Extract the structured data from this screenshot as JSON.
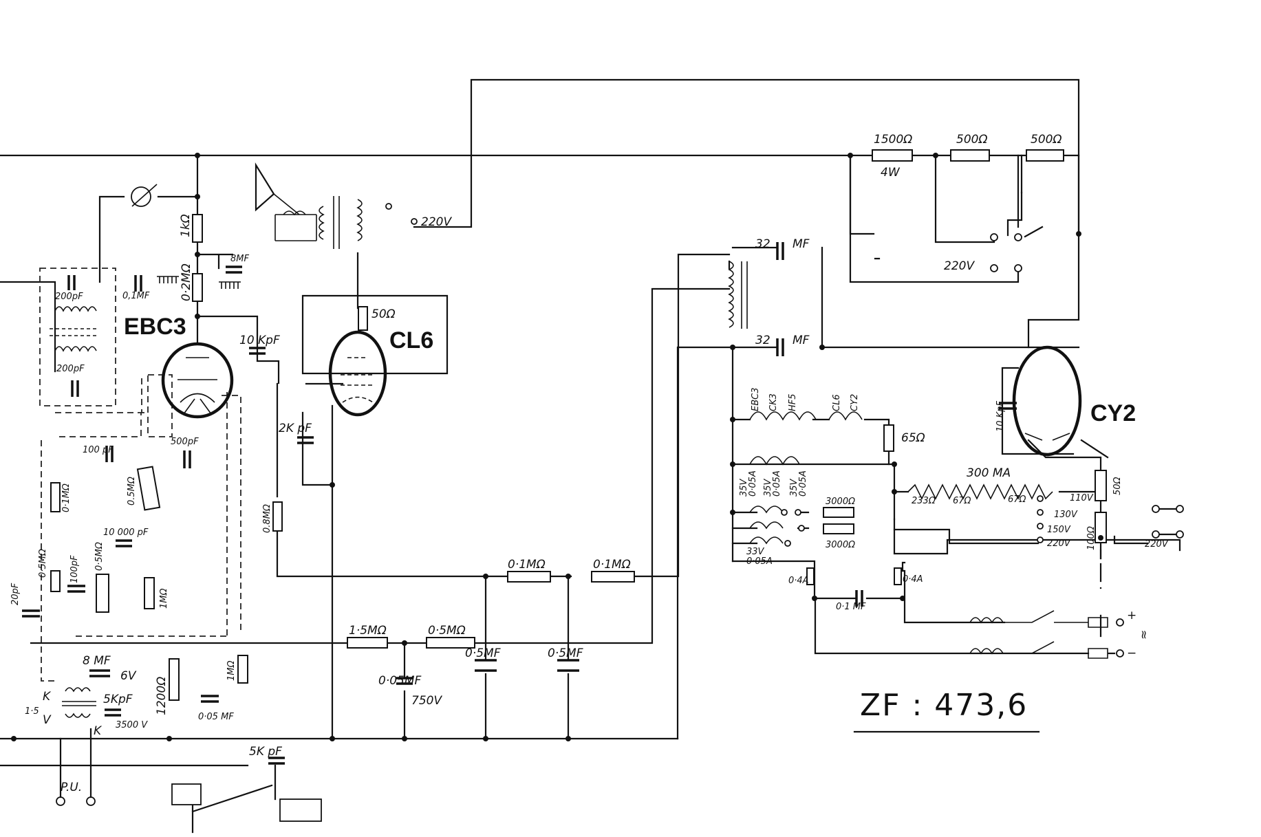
{
  "tubes": {
    "ebc3": "EBC3",
    "cl6": "CL6",
    "cy2": "CY2"
  },
  "resistors": {
    "r_1k": "1kΩ",
    "r_0_2m": "0·2MΩ",
    "r_50": "50Ω",
    "r_0_1m_grid": "0·1MΩ",
    "r_0_5m_pot": "0.5MΩ",
    "r_0_5m_vol": "0·5MΩ",
    "r_0_5m_left": "0·5MΩ",
    "r_1m_mid": "1MΩ",
    "r_1200": "1200Ω",
    "r_1m_low": "1MΩ",
    "r_0_8m": "0.8MΩ",
    "r_1_5m": "1·5MΩ",
    "r_0_5m_bottom": "0·5MΩ",
    "r_0_1m_a": "0·1MΩ",
    "r_0_1m_b": "0·1MΩ",
    "r_1500": "1500Ω",
    "r_1500_rating": "4W",
    "r_500_a": "500Ω",
    "r_500_b": "500Ω",
    "r_65": "65Ω",
    "r_3000_a": "3000Ω",
    "r_3000_b": "3000Ω",
    "r_50_right": "50Ω",
    "r_100_right": "100Ω",
    "r_233": "233Ω",
    "r_67_a": "67Ω",
    "r_67_b": "67Ω",
    "r_300ma": "300 MA"
  },
  "capacitors": {
    "c_8mf": "8MF",
    "c_0_1mf_top": "0,1MF",
    "c_200pf_top": "200pF",
    "c_200pf_bottom": "200pF",
    "c_10kpf": "10 KpF",
    "c_2kpf": "2K pF",
    "c_100pf": "100 pF",
    "c_500pf": "500pF",
    "c_10000pf": "10 000 pF",
    "c_100pf_vert": "100pF",
    "c_20pf": "20pF",
    "c_8mf_6v": "8 MF",
    "c_6v": "6V",
    "c_5kpf_3500": "5KpF",
    "c_3500v": "3500 V",
    "c_0_05mf": "0·05 MF",
    "c_0_05mf_750": "0·05MF",
    "c_750v": "750V",
    "c_0_5mf_a": "0·5MF",
    "c_0_5mf_b": "0·5MF",
    "c_5kpf": "5K pF",
    "c_32mf_top_val": "32",
    "c_32mf_top_unit": "MF",
    "c_32mf_bot_val": "32",
    "c_32mf_bot_unit": "MF",
    "c_10kpf_cy2": "10 KpF",
    "c_0_1mf_mains": "0·1 MF"
  },
  "heaters": [
    "EBC3",
    "CK3",
    "HF5",
    "CL6",
    "CY2"
  ],
  "taps": {
    "t_35v_a": "35V",
    "t_005a_a": "0·05A",
    "t_35v_b": "35V",
    "t_005a_b": "0·05A",
    "t_35v_c": "35V",
    "t_005a_c": "0·05A",
    "t_33v": "33V",
    "t_005a_d": "0·05A",
    "v_220_top": "220V",
    "v_220_sw": "220V",
    "v_110": "110V",
    "v_130": "130V",
    "v_150": "150V",
    "v_220_right": "220V",
    "v_220_far": "220V",
    "fuse_a": "0·4A",
    "fuse_b": "0·4A",
    "k_top": "K",
    "k_bottom": "K",
    "v_15": "1·5",
    "v_letter": "V",
    "pu": "P.U."
  },
  "mains": {
    "plus": "+",
    "minus": "−",
    "ac_symbol": "≈"
  },
  "zf_label": "ZF  :  473,6"
}
